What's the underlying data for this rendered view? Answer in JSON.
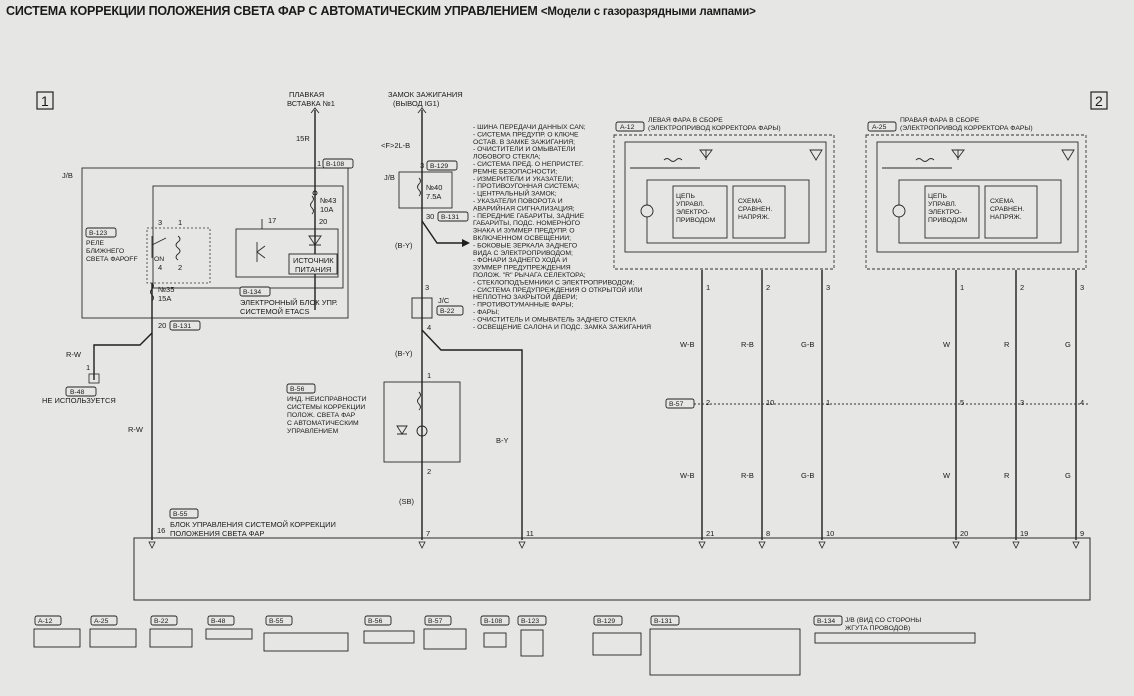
{
  "title": {
    "main": "СИСТЕМА КОРРЕКЦИИ ПОЛОЖЕНИЯ СВЕТА ФАР С АВТОМАТИЧЕСКИМ УПРАВЛЕНИЕМ",
    "sub": "<Модели с газоразрядными лампами>"
  },
  "page_markers": [
    "1",
    "2"
  ],
  "fuse_link": {
    "line1": "ПЛАВКАЯ",
    "line2": "ВСТАВКА №1",
    "wire": "15R"
  },
  "ignition": {
    "line1": "ЗАМОК ЗАЖИГАНИЯ",
    "line2": "(ВЫВОД IG1)",
    "wire": "<F>2L-B"
  },
  "jb": {
    "label": "J/B",
    "conn_b108": "B-108",
    "conn_b129": "B-129",
    "conn_b131": "B-131",
    "fuse43": {
      "name": "№43",
      "amp": "10A"
    },
    "fuse40": {
      "name": "№40",
      "amp": "7.5A"
    },
    "fuse35": {
      "name": "№35",
      "amp": "15A"
    },
    "relay": {
      "conn": "B-123",
      "line1": "РЕЛЕ",
      "line2": "БЛИЖНЕГО",
      "line3": "СВЕТА ФАР",
      "off": "OFF",
      "on": "ON"
    },
    "power_source": {
      "line1": "ИСТОЧНИК",
      "line2": "ПИТАНИЯ"
    },
    "etacs": {
      "conn": "B-134",
      "line1": "ЭЛЕКТРОННЫЙ БЛОК УПР.",
      "line2": "СИСТЕМОЙ ETACS"
    }
  },
  "pins": {
    "p1": "1",
    "p2": "2",
    "p3": "3",
    "p4": "4",
    "p17": "17",
    "p20": "20",
    "p30": "30"
  },
  "jc": {
    "label": "J/C",
    "conn": "B-22"
  },
  "wires": {
    "by": "(B-Y)",
    "by2": "B-Y",
    "rw": "R-W",
    "sb": "(SB)",
    "wb": "W-B",
    "rb": "R-B",
    "gb": "G-B",
    "w": "W",
    "r": "R",
    "g": "G"
  },
  "not_used": {
    "conn": "B-48",
    "text": "НЕ ИСПОЛЬЗУЕТСЯ"
  },
  "indicator": {
    "conn": "B-56",
    "lines": [
      "ИНД. НЕИСПРАВНОСТИ",
      "СИСТЕМЫ КОРРЕКЦИИ",
      "ПОЛОЖ. СВЕТА ФАР",
      "С АВТОМАТИЧЕСКИМ",
      "УПРАВЛЕНИЕМ"
    ]
  },
  "bus_list": [
    "- ШИНА ПЕРЕДАЧИ ДАННЫХ CAN;",
    "- СИСТЕМА ПРЕДУПР. О КЛЮЧЕ",
    "  ОСТАВ. В ЗАМКЕ ЗАЖИГАНИЯ;",
    "- ОЧИСТИТЕЛИ И ОМЫВАТЕЛИ",
    "  ЛОБОВОГО СТЕКЛА;",
    "- СИСТЕМА ПРЕД. О НЕПРИСТЕГ.",
    "  РЕМНЕ БЕЗОПАСНОСТИ;",
    "- ИЗМЕРИТЕЛИ И УКАЗАТЕЛИ;",
    "- ПРОТИВОУГОННАЯ СИСТЕМА;",
    "- ЦЕНТРАЛЬНЫЙ ЗАМОК;",
    "- УКАЗАТЕЛИ ПОВОРОТА И",
    "  АВАРИЙНАЯ СИГНАЛИЗАЦИЯ;",
    "- ПЕРЕДНИЕ ГАБАРИТЫ, ЗАДНИЕ",
    "  ГАБАРИТЫ, ПОДС. НОМЕРНОГО",
    "  ЗНАКА И ЗУММЕР ПРЕДУПР. О",
    "  ВКЛЮЧЕННОМ ОСВЕЩЕНИИ;",
    "- БОКОВЫЕ ЗЕРКАЛА ЗАДНЕГО",
    "  ВИДА С ЭЛЕКТРОПРИВОДОМ;",
    "- ФОНАРИ ЗАДНЕГО ХОДА И",
    "  ЗУММЕР ПРЕДУПРЕЖДЕНИЯ",
    "  ПОЛОЖ. \"R\" РЫЧАГА СЕЛЕКТОРА;",
    "- СТЕКЛОПОДЪЕМНИКИ С ЭЛЕКТРОПРИВОДОМ;",
    "- СИСТЕМА ПРЕДУПРЕЖДЕНИЯ О ОТКРЫТОЙ ИЛИ",
    "  НЕПЛОТНО ЗАКРЫТОЙ ДВЕРИ;",
    "- ПРОТИВОТУМАННЫЕ ФАРЫ;",
    "- ФАРЫ;",
    "- ОЧИСТИТЕЛЬ И ОМЫВАТЕЛЬ ЗАДНЕГО СТЕКЛА",
    "- ОСВЕЩЕНИЕ САЛОНА И ПОДС. ЗАМКА ЗАЖИГАНИЯ"
  ],
  "left_headlamp": {
    "conn": "A-12",
    "line1": "ЛЕВАЯ ФАРА В СБОРЕ",
    "line2": "(ЭЛЕКТРОПРИВОД КОРРЕКТОРА ФАРЫ)",
    "drive": [
      "ЦЕПЬ",
      "УПРАВЛ.",
      "ЭЛЕКТРО-",
      "ПРИВОДОМ"
    ],
    "comp": [
      "СХЕМА",
      "СРАВНЕН.",
      "НАПРЯЖ."
    ],
    "pins_top": [
      "1",
      "2",
      "3"
    ],
    "pins_b57": [
      "2",
      "10",
      "1"
    ],
    "pins_ecu": [
      "21",
      "8",
      "10"
    ]
  },
  "right_headlamp": {
    "conn": "A-25",
    "line1": "ПРАВАЯ ФАРА В СБОРЕ",
    "line2": "(ЭЛЕКТРОПРИВОД КОРРЕКТОРА ФАРЫ)",
    "drive": [
      "ЦЕПЬ",
      "УПРАВЛ.",
      "ЭЛЕКТРО-",
      "ПРИВОДОМ"
    ],
    "comp": [
      "СХЕМА",
      "СРАВНЕН.",
      "НАПРЯЖ."
    ],
    "pins_top": [
      "1",
      "2",
      "3"
    ],
    "pins_b57": [
      "5",
      "3",
      "4"
    ],
    "pins_ecu": [
      "20",
      "19",
      "9"
    ]
  },
  "b57": "B-57",
  "ecu": {
    "conn": "B-55",
    "line1": "БЛОК УПРАВЛЕНИЯ СИСТЕМОЙ КОРРЕКЦИИ",
    "line2": "ПОЛОЖЕНИЯ СВЕТА ФАР",
    "pin16": "16",
    "pin7": "7",
    "pin11": "11"
  },
  "connectors": [
    "A-12",
    "A-25",
    "B-22",
    "B-48",
    "B-55",
    "B-56",
    "B-57",
    "B-108",
    "B-123",
    "B-129",
    "B-131",
    "B-134"
  ],
  "b134_note": {
    "line1": "J/B (ВИД СО СТОРОНЫ",
    "line2": "ЖГУТА ПРОВОДОВ)"
  }
}
